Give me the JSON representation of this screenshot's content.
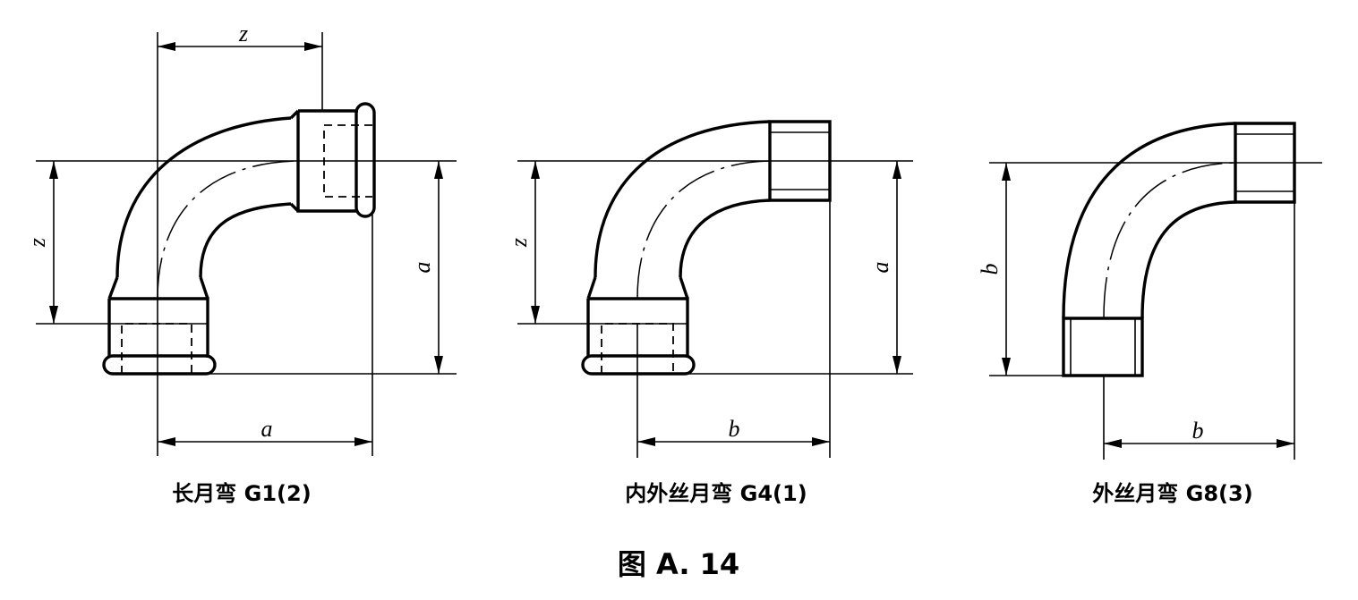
{
  "figure": {
    "title": "图 A. 14",
    "panels": [
      {
        "caption": "长月弯 G1(2)",
        "dims": {
          "top": "z",
          "left": "z",
          "right": "a",
          "bottom": "a"
        }
      },
      {
        "caption": "内外丝月弯 G4(1)",
        "dims": {
          "left": "z",
          "right": "a",
          "bottom": "b"
        }
      },
      {
        "caption": "外丝月弯 G8(3)",
        "dims": {
          "left": "b",
          "bottom": "b"
        }
      }
    ]
  }
}
